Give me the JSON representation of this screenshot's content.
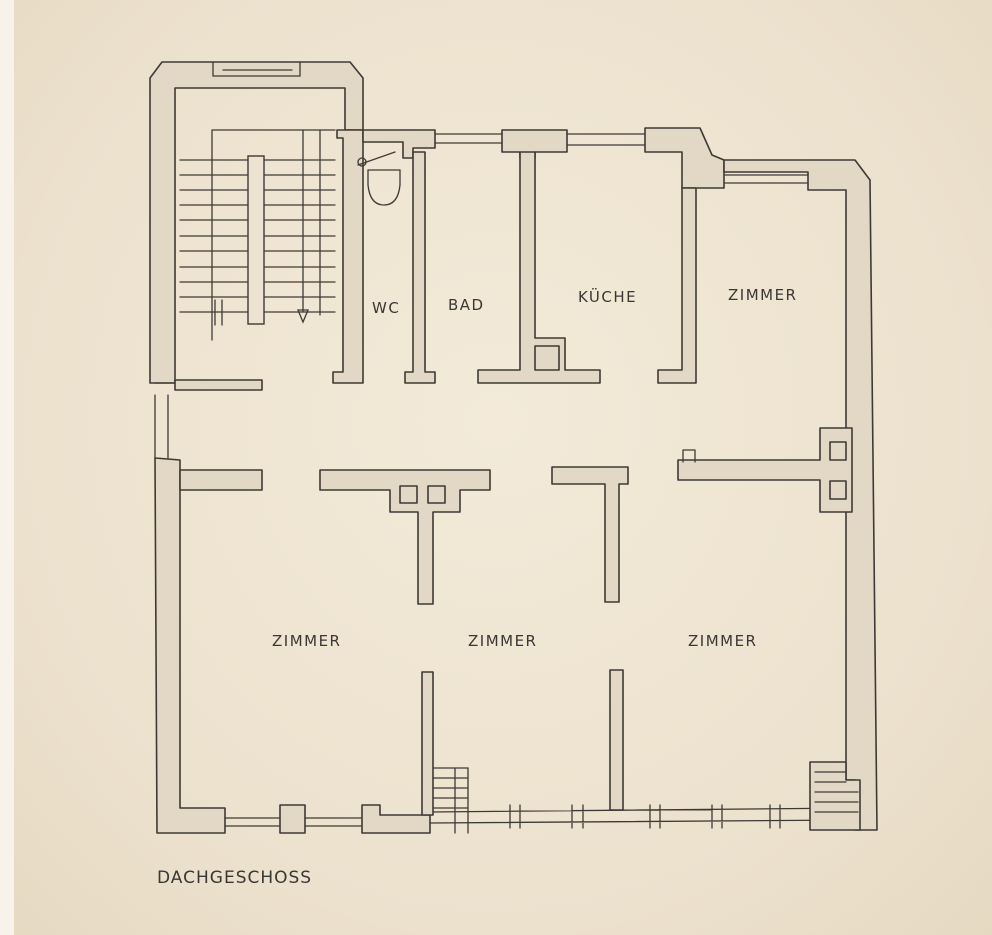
{
  "plan": {
    "caption": "Dachgeschoss",
    "rooms": {
      "wc": "WC",
      "bad": "BAD",
      "kueche": "KÜCHE",
      "zimmer_top_right": "ZIMMER",
      "zimmer_bottom_left": "ZIMMER",
      "zimmer_bottom_center": "ZIMMER",
      "zimmer_bottom_right": "ZIMMER"
    }
  }
}
